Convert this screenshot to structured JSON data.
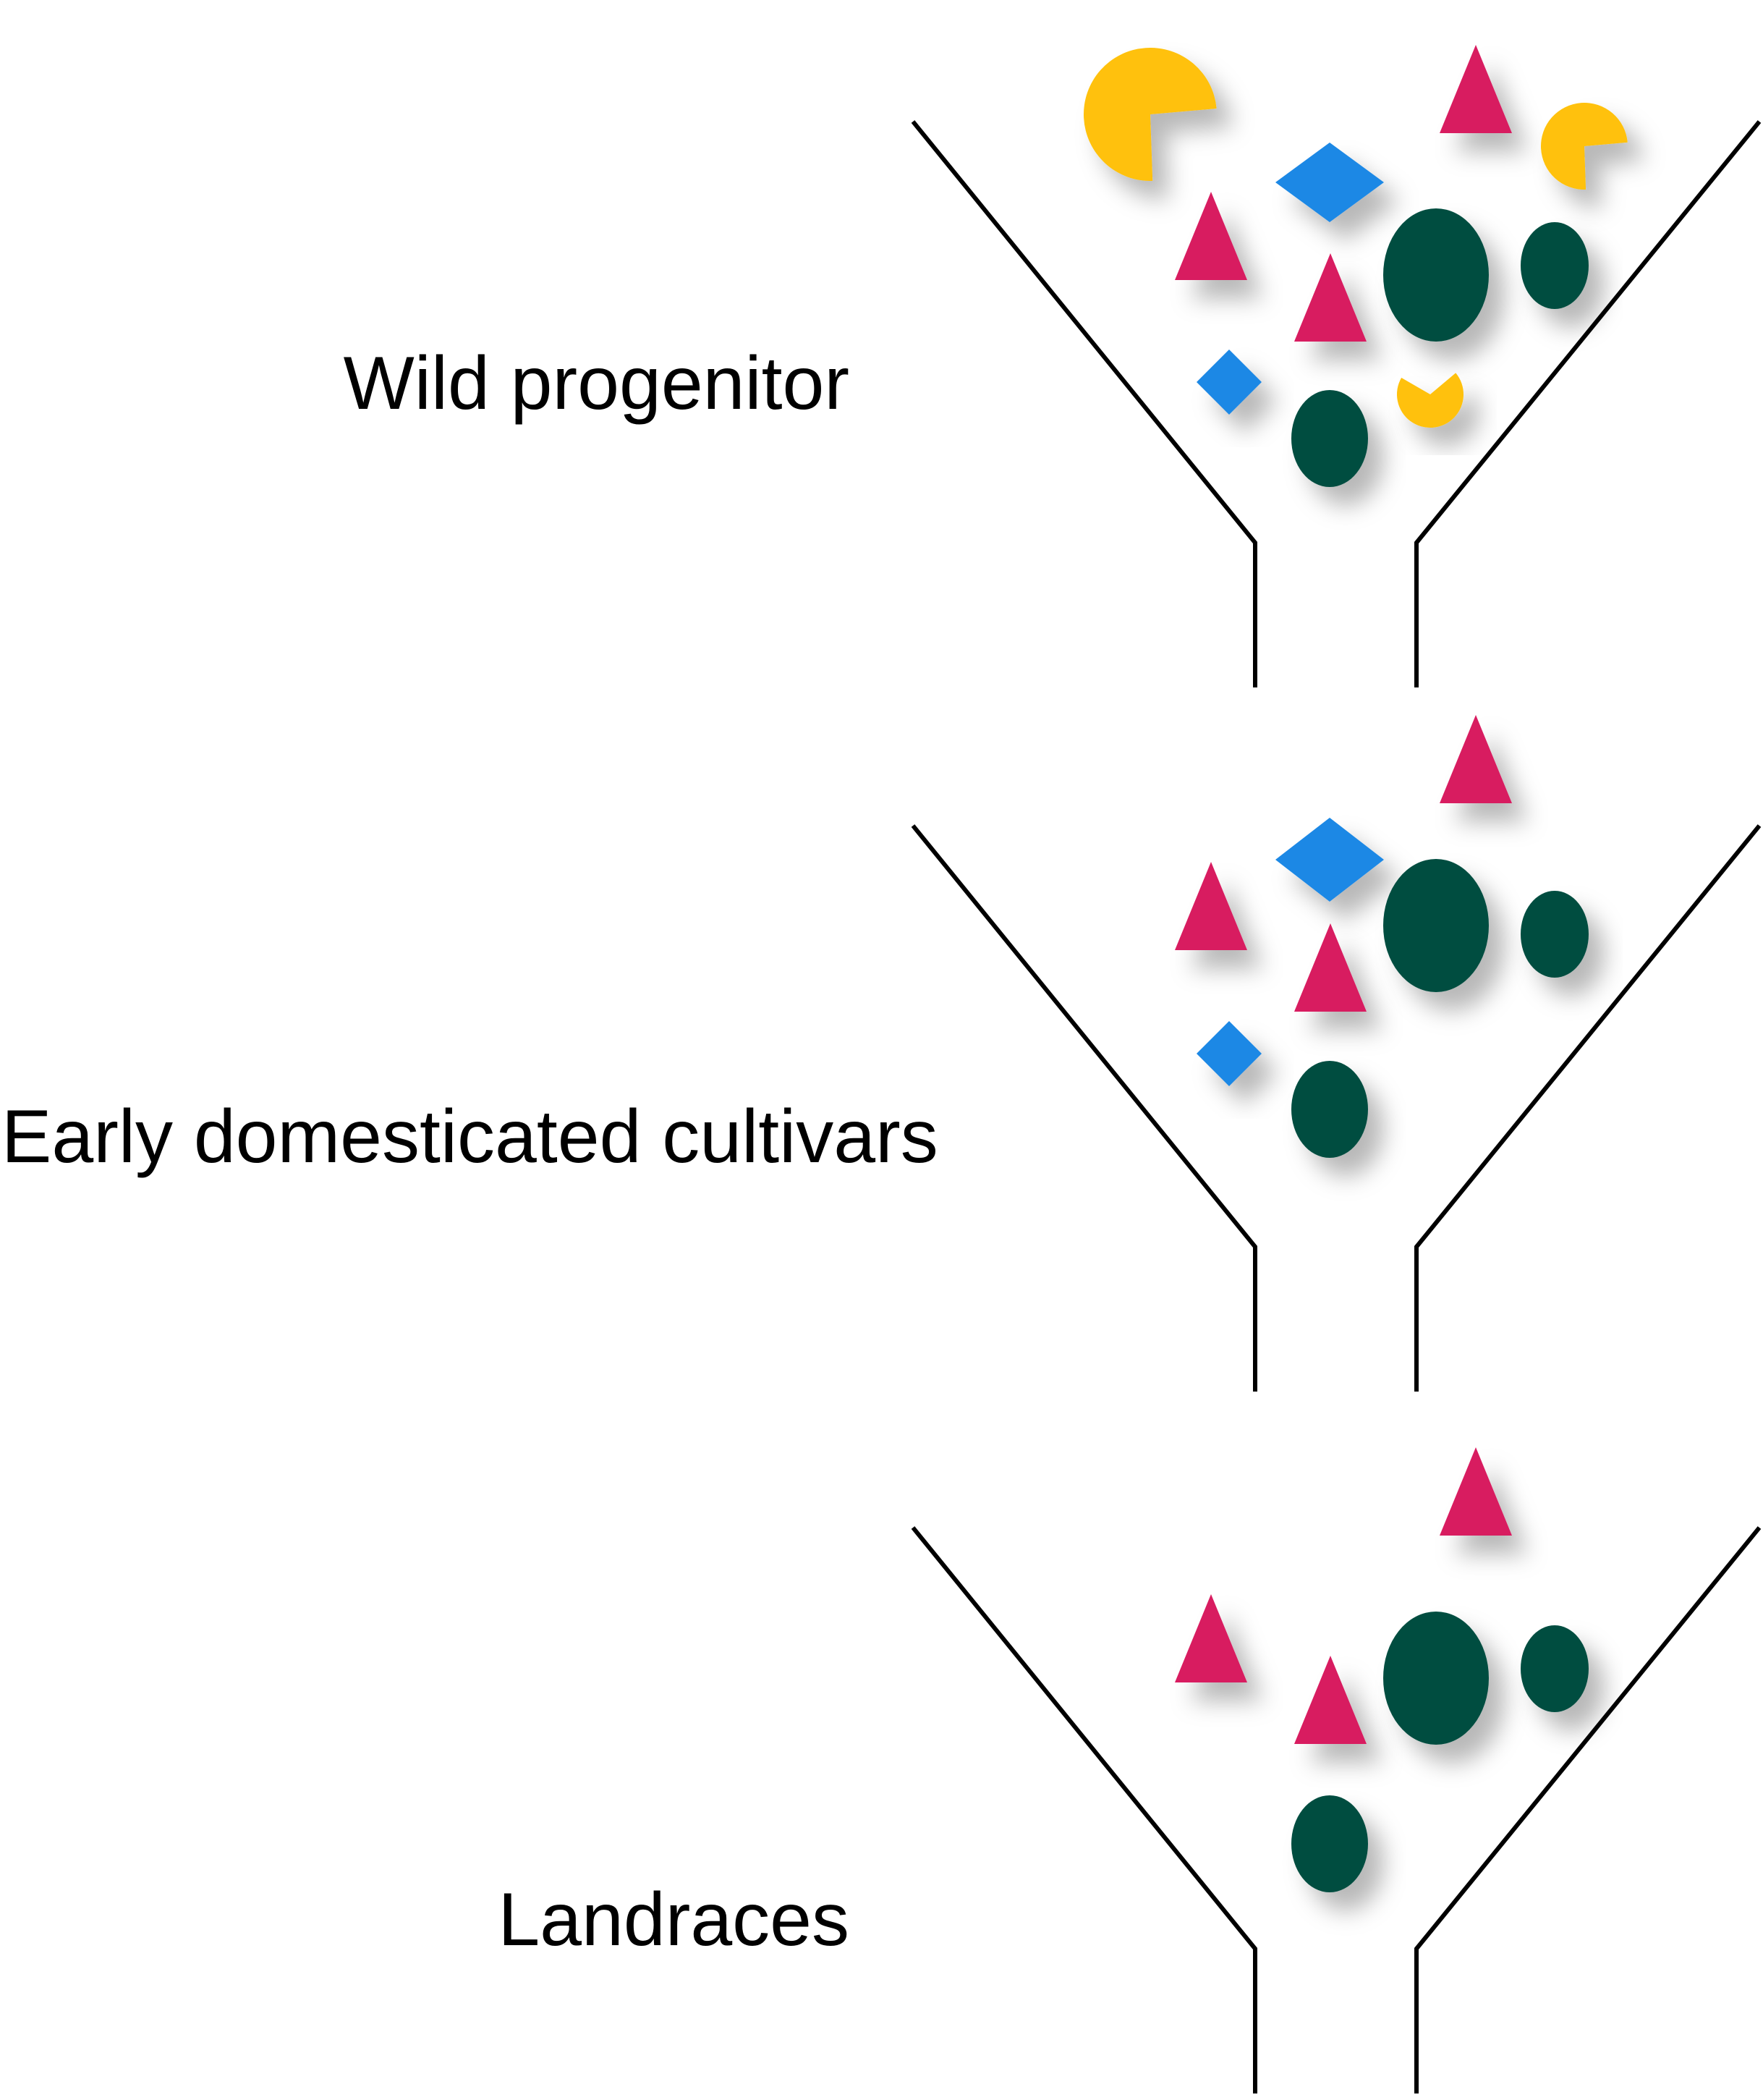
{
  "stages": [
    {
      "label": "Wild progenitor",
      "shapes": [
        "pacman",
        "triangle",
        "pacman",
        "diamond",
        "triangle",
        "ellipse",
        "ellipse",
        "triangle",
        "diamond",
        "pacman",
        "ellipse"
      ]
    },
    {
      "label": "Early domesticated cultivars",
      "shapes": [
        "triangle",
        "diamond",
        "triangle",
        "ellipse",
        "ellipse",
        "triangle",
        "diamond",
        "ellipse"
      ]
    },
    {
      "label": "Landraces",
      "shapes": [
        "triangle",
        "triangle",
        "ellipse",
        "ellipse",
        "triangle",
        "ellipse"
      ]
    }
  ],
  "colors": {
    "triangle": "#d81b60",
    "diamond": "#1e88e5",
    "ellipse": "#004d40",
    "pacman": "#ffc107",
    "funnel_line": "#000000"
  }
}
